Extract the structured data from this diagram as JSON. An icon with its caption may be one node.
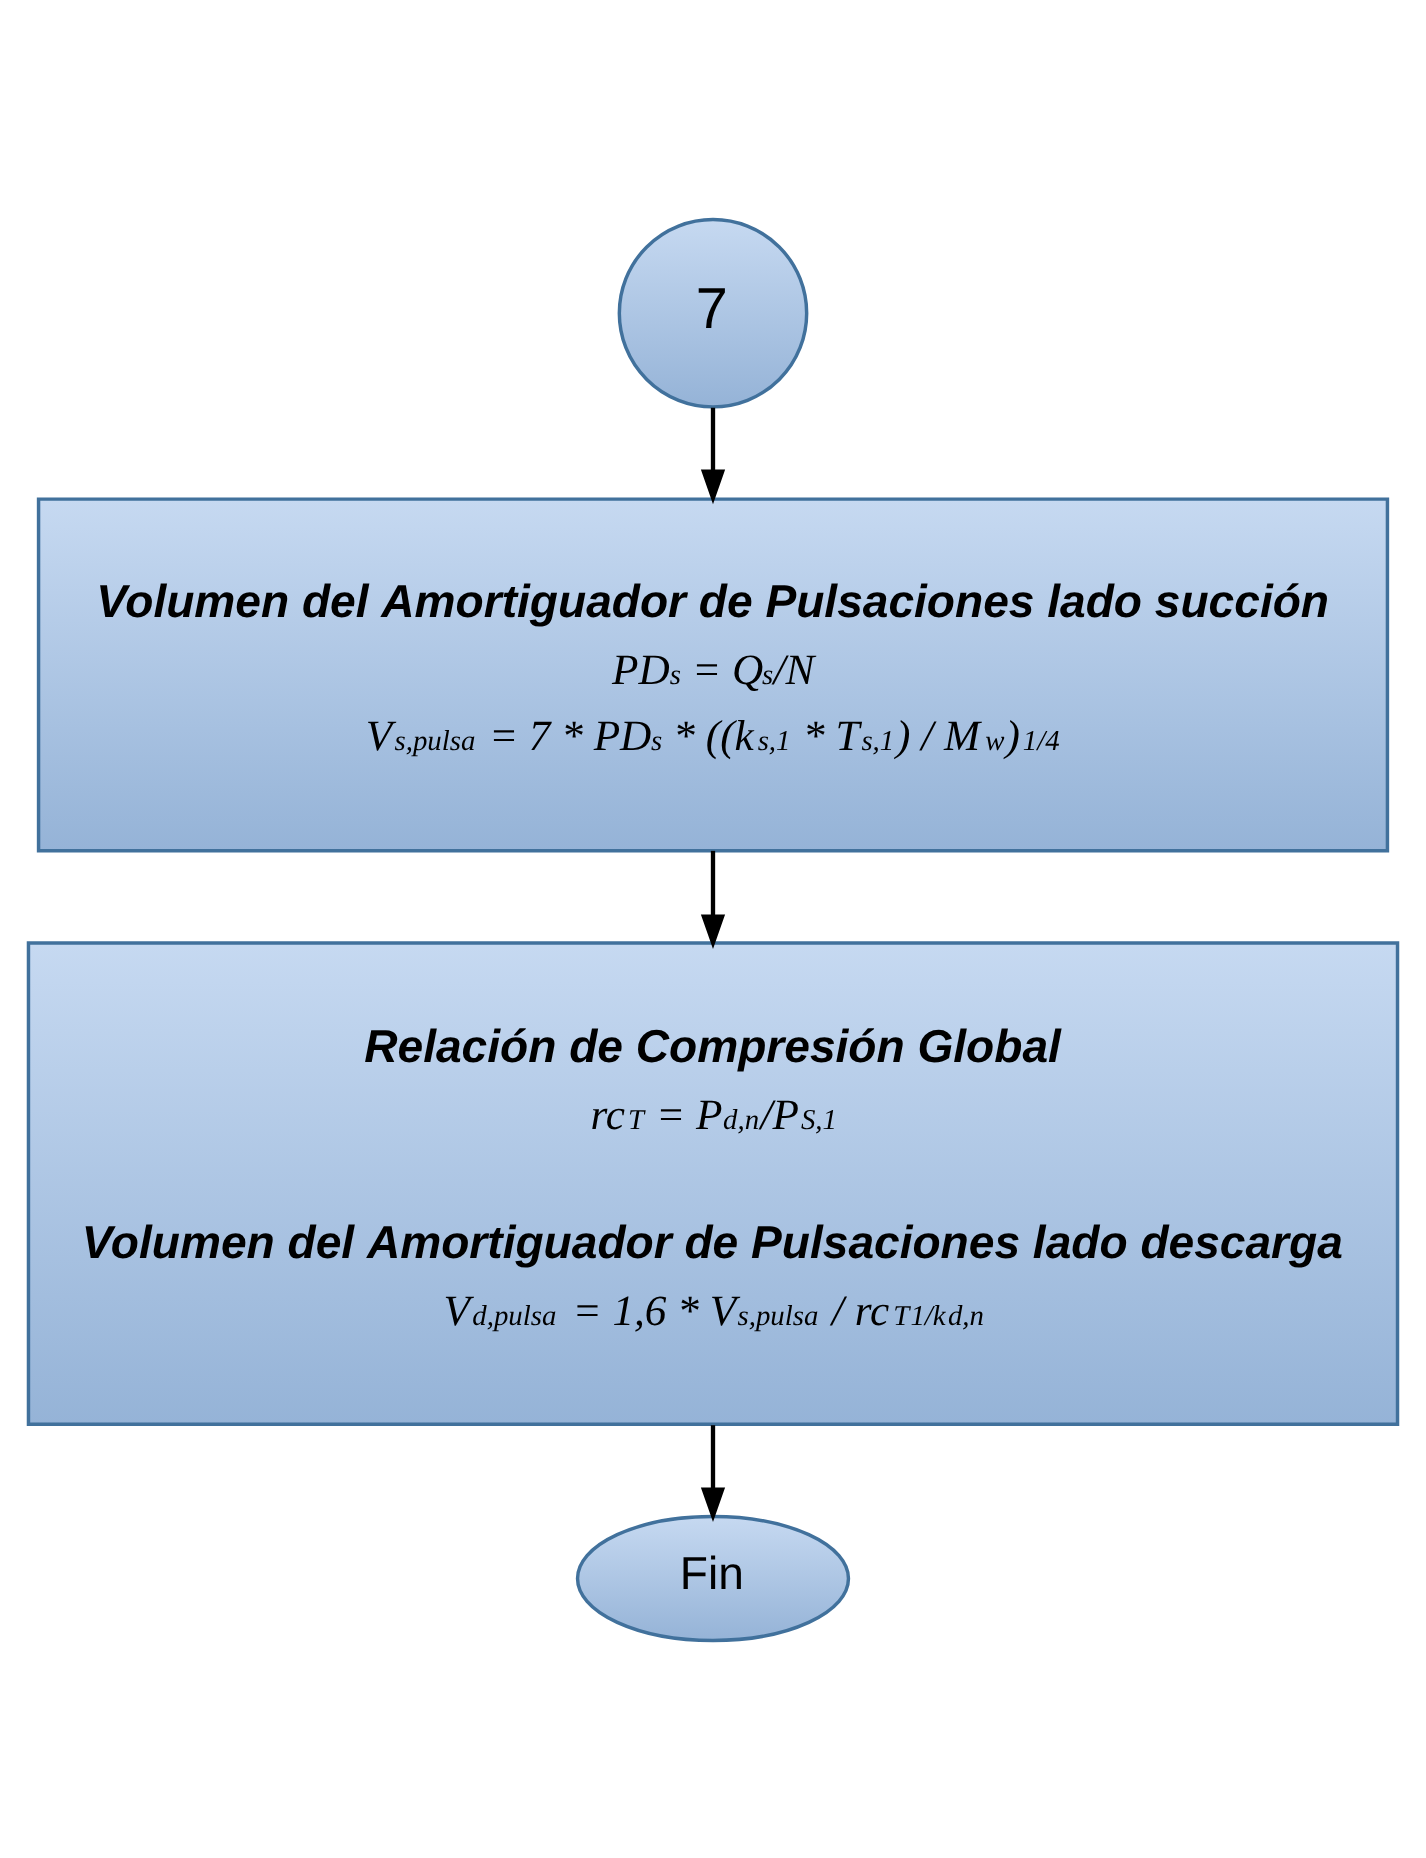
{
  "diagram": {
    "nodes": [
      {
        "text": [
          "7"
        ]
      },
      {
        "text": [
          "Volumen del Amortiguador de Pulsaciones lado succión",
          "PD$_{s}$ = Q$_{s}$/N",
          "V$_{s,pulsa}$ = 7 * PD$_{s}$ * ((k$_{s,1}$ * T$_{s,1}$) / M$_{w}$)$^{1/4}$"
        ]
      },
      {
        "text": [
          "Relación de Compresión Global",
          "rc$_{T}$ = P$_{d,n}$/P$_{S,1}$",
          "Volumen del Amortiguador de Pulsaciones lado descarga",
          "V$_{d,pulsa}$ = 1,6 * V$_{s,pulsa}$ / rc$_{T}$$^{1/k}$$_{d,n}$"
        ]
      },
      {
        "text": [
          "Fin"
        ]
      }
    ],
    "edges": [
      {
        "from": 0,
        "to": 1,
        "arrow": "to"
      },
      {
        "from": 1,
        "to": 2,
        "arrow": "to"
      },
      {
        "from": 2,
        "to": 3,
        "arrow": "to"
      }
    ]
  }
}
